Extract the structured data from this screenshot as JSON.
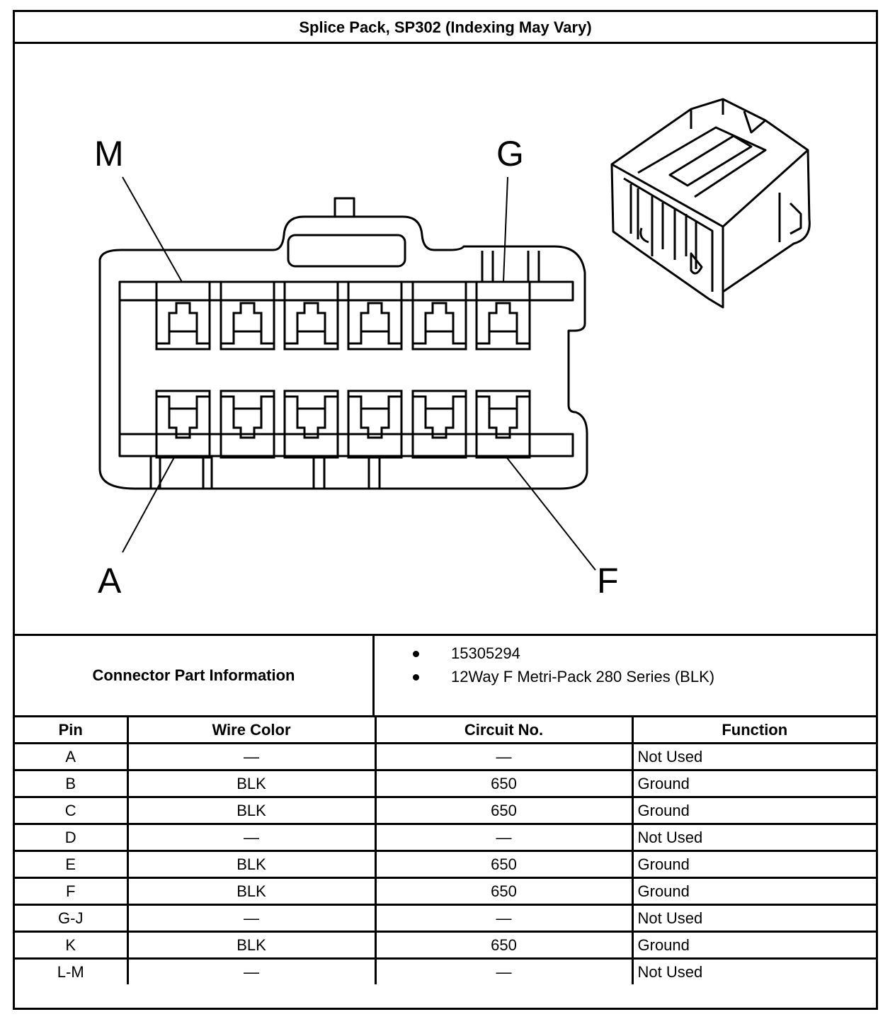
{
  "title": "Splice Pack, SP302 (Indexing May Vary)",
  "diagram": {
    "pin_labels": {
      "top_left": "M",
      "top_right": "G",
      "bottom_left": "A",
      "bottom_right": "F"
    }
  },
  "connector_info": {
    "label": "Connector Part Information",
    "items": [
      "15305294",
      "12Way F Metri-Pack 280 Series (BLK)"
    ]
  },
  "pin_table": {
    "headers": [
      "Pin",
      "Wire Color",
      "Circuit No.",
      "Function"
    ],
    "rows": [
      {
        "pin": "A",
        "color": "—",
        "circuit": "—",
        "function": "Not Used"
      },
      {
        "pin": "B",
        "color": "BLK",
        "circuit": "650",
        "function": "Ground"
      },
      {
        "pin": "C",
        "color": "BLK",
        "circuit": "650",
        "function": "Ground"
      },
      {
        "pin": "D",
        "color": "—",
        "circuit": "—",
        "function": "Not Used"
      },
      {
        "pin": "E",
        "color": "BLK",
        "circuit": "650",
        "function": "Ground"
      },
      {
        "pin": "F",
        "color": "BLK",
        "circuit": "650",
        "function": "Ground"
      },
      {
        "pin": "G-J",
        "color": "—",
        "circuit": "—",
        "function": "Not Used"
      },
      {
        "pin": "K",
        "color": "BLK",
        "circuit": "650",
        "function": "Ground"
      },
      {
        "pin": "L-M",
        "color": "—",
        "circuit": "—",
        "function": "Not Used"
      }
    ]
  }
}
